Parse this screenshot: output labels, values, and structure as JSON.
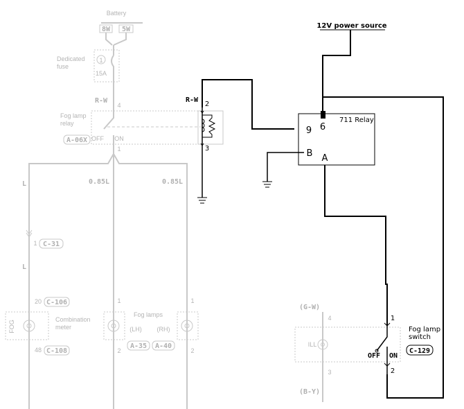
{
  "labels": {
    "battery": "Battery",
    "wire_8w": "8W",
    "wire_5w": "5W",
    "dedicated_fuse_1": "Dedicated",
    "dedicated_fuse_2": "fuse",
    "fuse_num": "1",
    "fuse_rating": "15A",
    "rw_left": "R-W",
    "rw_left_pin": "4",
    "fog_relay_1": "Fog lamp",
    "fog_relay_2": "relay",
    "conn_a06x": "A-06X",
    "off": "OFF",
    "on": "ON",
    "relay_pin1": "1",
    "rw_right": "R-W",
    "relay_pin2": "2",
    "relay_pin3": "3",
    "wire_l": "L",
    "wire_085l_1": "0.85L",
    "wire_085l_2": "0.85L",
    "pin_c31": "1",
    "conn_c31": "C-31",
    "wire_l2": "L",
    "pin_c106": "20",
    "conn_c106": "C-106",
    "fog_vertical": "FOG",
    "comb_meter_1": "Combination",
    "comb_meter_2": "meter",
    "pin_c108": "48",
    "conn_c108": "C-108",
    "fl_pin1a": "1",
    "fl_pin1b": "1",
    "fog_lamps": "Fog lamps",
    "lh": "(LH)",
    "rh": "(RH)",
    "conn_a35": "A-35",
    "conn_a40": "A-40",
    "fl_pin2a": "2",
    "fl_pin2b": "2",
    "power_source": "12V power source",
    "relay_711": "711 Relay",
    "pin_6": "6",
    "pin_9": "9",
    "pin_b": "B",
    "pin_a": "A",
    "gw": "(G-W)",
    "sw_pin4": "4",
    "ill": "ILL",
    "sw_pin3": "3",
    "by": "(B-Y)",
    "sw_pin1": "1",
    "fog_switch_1": "Fog lamp",
    "fog_switch_2": "switch",
    "sw_off": "OFF",
    "sw_on": "ON",
    "conn_c129": "C-129",
    "sw_pin2": "2"
  }
}
